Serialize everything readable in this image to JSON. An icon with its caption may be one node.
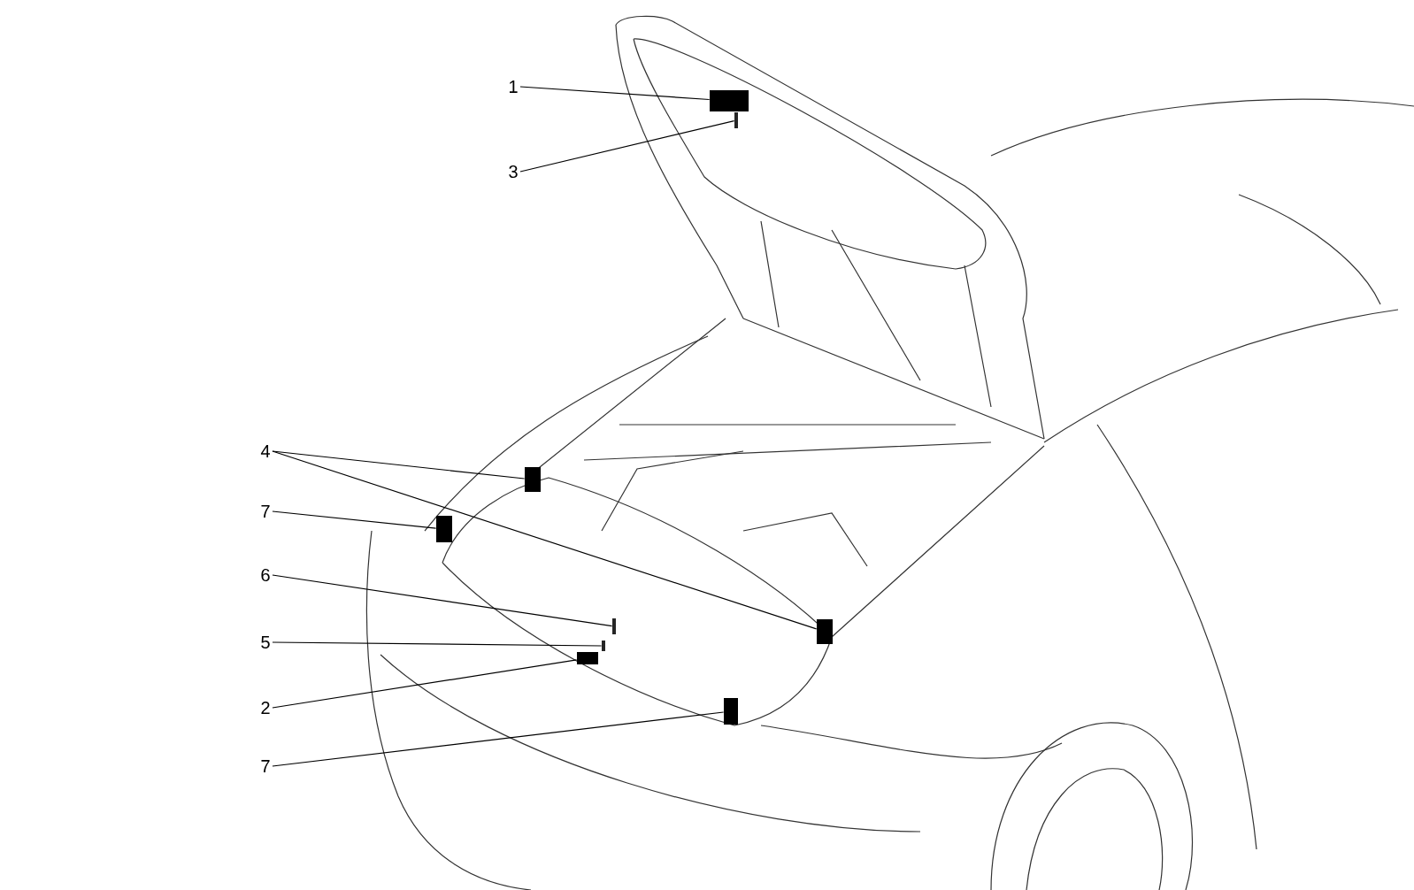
{
  "diagram": {
    "nodes": [
      {
        "text": [
          "1"
        ]
      },
      {
        "text": [
          "3"
        ]
      },
      {
        "text": [
          "4"
        ]
      },
      {
        "text": [
          "7"
        ]
      },
      {
        "text": [
          "6"
        ]
      },
      {
        "text": [
          "5"
        ]
      },
      {
        "text": [
          "2"
        ]
      },
      {
        "text": [
          "7"
        ]
      },
      {
        "text": [],
        "shape": "box"
      },
      {
        "text": [],
        "shape": "bar"
      },
      {
        "text": [],
        "shape": "box"
      },
      {
        "text": [],
        "shape": "box"
      },
      {
        "text": [],
        "shape": "box"
      },
      {
        "text": [],
        "shape": "bar"
      },
      {
        "text": [],
        "shape": "bar"
      },
      {
        "text": [],
        "shape": "box"
      },
      {
        "text": [],
        "shape": "box"
      }
    ],
    "edges": [
      {
        "from": 0,
        "to": 8,
        "arrow": "none"
      },
      {
        "from": 1,
        "to": 9,
        "arrow": "none"
      },
      {
        "from": 2,
        "to": 10,
        "arrow": "none"
      },
      {
        "from": 2,
        "to": 11,
        "arrow": "none"
      },
      {
        "from": 3,
        "to": 12,
        "arrow": "none"
      },
      {
        "from": 4,
        "to": 13,
        "arrow": "none"
      },
      {
        "from": 5,
        "to": 14,
        "arrow": "none"
      },
      {
        "from": 6,
        "to": 15,
        "arrow": "none"
      },
      {
        "from": 7,
        "to": 16,
        "arrow": "none"
      }
    ]
  }
}
